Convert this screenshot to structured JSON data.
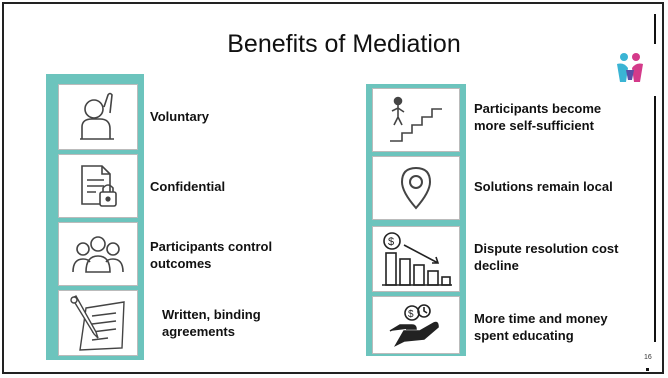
{
  "slide": {
    "title": "Benefits of Mediation",
    "page_number": "16"
  },
  "left_items": [
    {
      "label": "Voluntary",
      "icon": "person-raising-hand-icon"
    },
    {
      "label": "Confidential",
      "icon": "locked-document-icon"
    },
    {
      "label": "Participants control outcomes",
      "icon": "group-of-people-icon"
    },
    {
      "label": "Written, binding agreements",
      "icon": "pen-and-paper-icon"
    }
  ],
  "right_items": [
    {
      "label": "Participants become more self-sufficient",
      "icon": "person-climbing-stairs-icon"
    },
    {
      "label": "Solutions remain local",
      "icon": "location-pin-icon"
    },
    {
      "label": "Dispute resolution cost decline",
      "icon": "declining-cost-chart-icon"
    },
    {
      "label": "More time and money spent educating",
      "icon": "hand-holding-money-icon"
    }
  ],
  "colors": {
    "accent_teal": "#6cc4bd",
    "logo_blue": "#3ab4d4",
    "logo_pink": "#d43a8a"
  }
}
